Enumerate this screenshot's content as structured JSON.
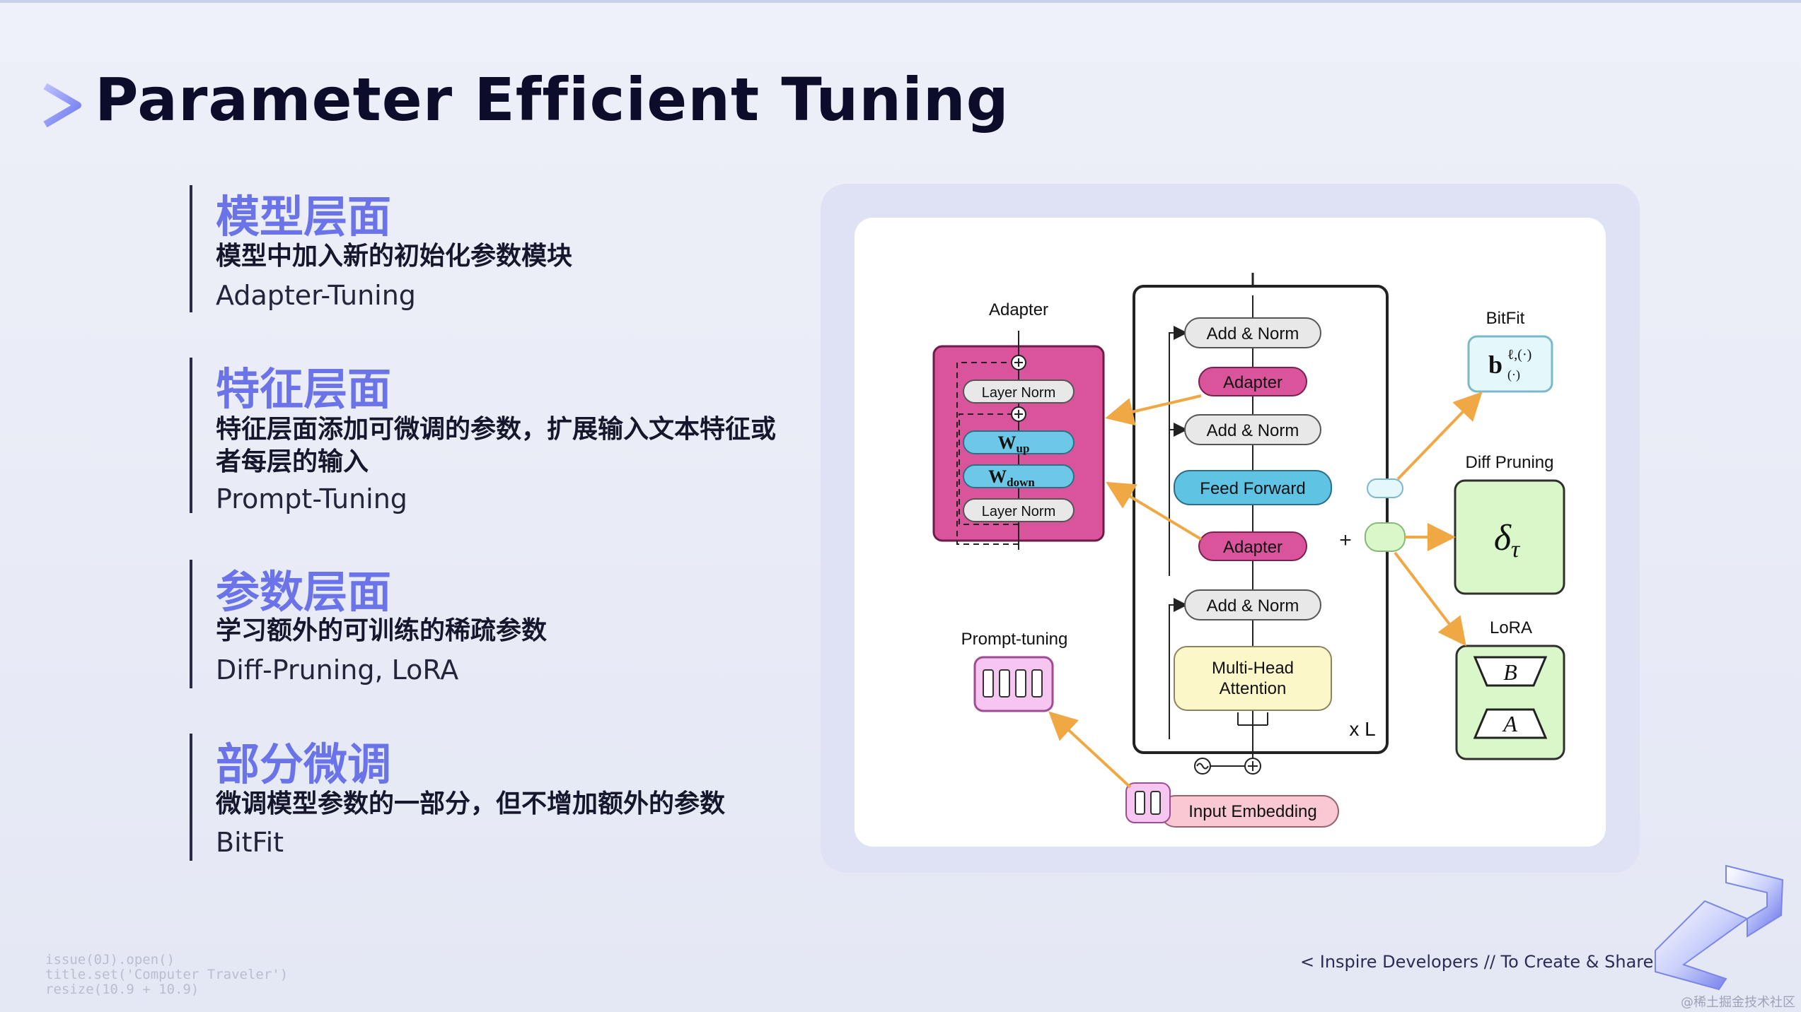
{
  "slide": {
    "title": "Parameter Efficient Tuning"
  },
  "sections": [
    {
      "heading": "模型层面",
      "desc": "模型中加入新的初始化参数模块",
      "method": "Adapter-Tuning"
    },
    {
      "heading": "特征层面",
      "desc": "特征层面添加可微调的参数，扩展输入文本特征或者每层的输入",
      "method": "Prompt-Tuning"
    },
    {
      "heading": "参数层面",
      "desc": "学习额外的可训练的稀疏参数",
      "method": "Diff-Pruning, LoRA"
    },
    {
      "heading": "部分微调",
      "desc": "微调模型参数的一部分，但不增加额外的参数",
      "method": "BitFit"
    }
  ],
  "diagram": {
    "adapter_title": "Adapter",
    "adapter_layer_norm_top": "Layer Norm",
    "adapter_w_up": "W",
    "adapter_w_up_sub": "up",
    "adapter_w_down": "W",
    "adapter_w_down_sub": "down",
    "adapter_layer_norm_bottom": "Layer Norm",
    "add_norm_1": "Add & Norm",
    "adapter_1": "Adapter",
    "add_norm_2": "Add & Norm",
    "feed_forward": "Feed Forward",
    "adapter_2": "Adapter",
    "add_norm_3": "Add & Norm",
    "mha_line1": "Multi-Head",
    "mha_line2": "Attention",
    "repeat": "x L",
    "input_embedding": "Input Embedding",
    "prompt_tuning_title": "Prompt-tuning",
    "plus": "+",
    "bitfit_title": "BitFit",
    "bitfit_symbol": "b",
    "bitfit_sup": "ℓ,(·)",
    "bitfit_sub": "(·)",
    "diff_pruning_title": "Diff Pruning",
    "diff_pruning_symbol": "δ",
    "diff_pruning_sub": "τ",
    "lora_title": "LoRA",
    "lora_b": "B",
    "lora_a": "A",
    "colors": {
      "adapter_pink": "#d9549a",
      "w_blue": "#6cc8e6",
      "feed_forward_blue": "#5fc3e4",
      "mha_yellow": "#fbf7c8",
      "bitfit_bg": "#e4f7fb",
      "diff_green": "#d9f7c9",
      "embedding_pink": "#f9c8d2",
      "arrow_orange": "#f0a844"
    }
  },
  "footer": {
    "code_line1": "issue(0J).open()",
    "code_line2": "title.set('Computer Traveler')",
    "code_line3": "resize(10.9 + 10.9)",
    "tagline": "< Inspire Developers  //  To Create & Share >",
    "watermark": "@稀土掘金技术社区"
  }
}
